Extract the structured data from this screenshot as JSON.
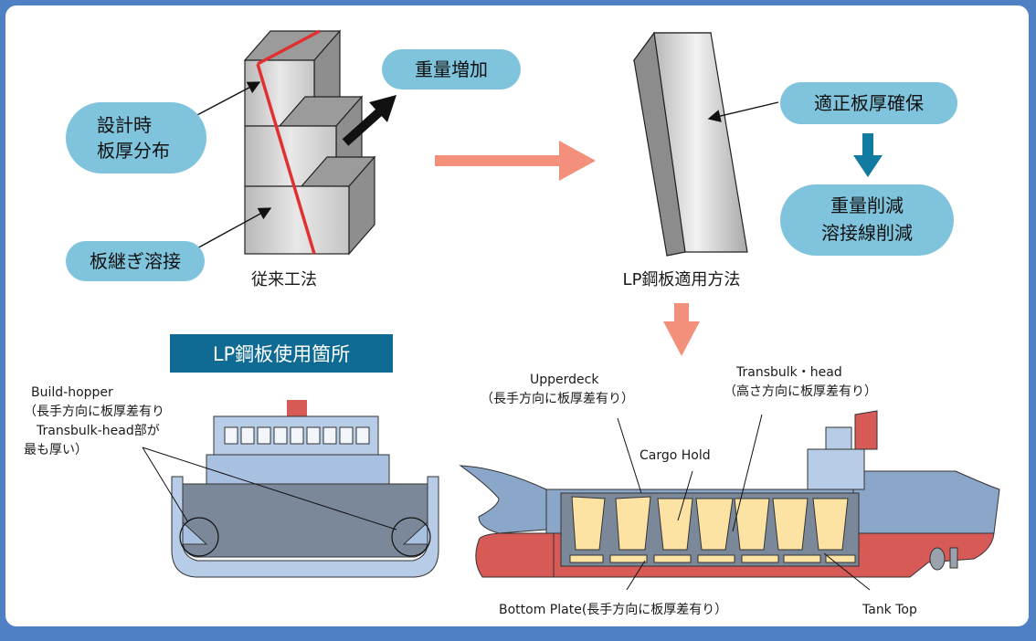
{
  "bubbles": {
    "weight_increase": "重量増加",
    "design_thickness_line1": "設計時",
    "design_thickness_line2": "板厚分布",
    "butt_welding": "板継ぎ溶接",
    "proper_thickness": "適正板厚確保",
    "reduction_line1": "重量削減",
    "reduction_line2": "溶接線削減"
  },
  "captions": {
    "conventional": "従来工法",
    "lp_method": "LP鋼板適用方法"
  },
  "section_title": "LP鋼板使用箇所",
  "cross_section_labels": {
    "line1": "Build-hopper",
    "line2": "（長手方向に板厚差有り",
    "line3": "Transbulk-head部が",
    "line4": "最も厚い）"
  },
  "ship_labels": {
    "upperdeck_line1": "Upperdeck",
    "upperdeck_line2": "（長手方向に板厚差有り）",
    "transbulk_line1": "Transbulk・head",
    "transbulk_line2": "（高さ方向に板厚差有り）",
    "cargo_hold": "Cargo Hold",
    "bottom_plate": "Bottom Plate(長手方向に板厚差有り）",
    "tank_top": "Tank Top"
  },
  "colors": {
    "frame_blue": "#4f80c4",
    "bubble_fill": "#7fc3dc",
    "title_banner": "#0f6b93",
    "down_arrow": "#117aa0",
    "salmon_arrow": "#f3907b",
    "red_line": "#e03030",
    "hull_blue": "#8aa6c9",
    "hull_red": "#d85a56",
    "hold_yellow": "#fce3a4",
    "dark_hull": "#7b889a"
  }
}
